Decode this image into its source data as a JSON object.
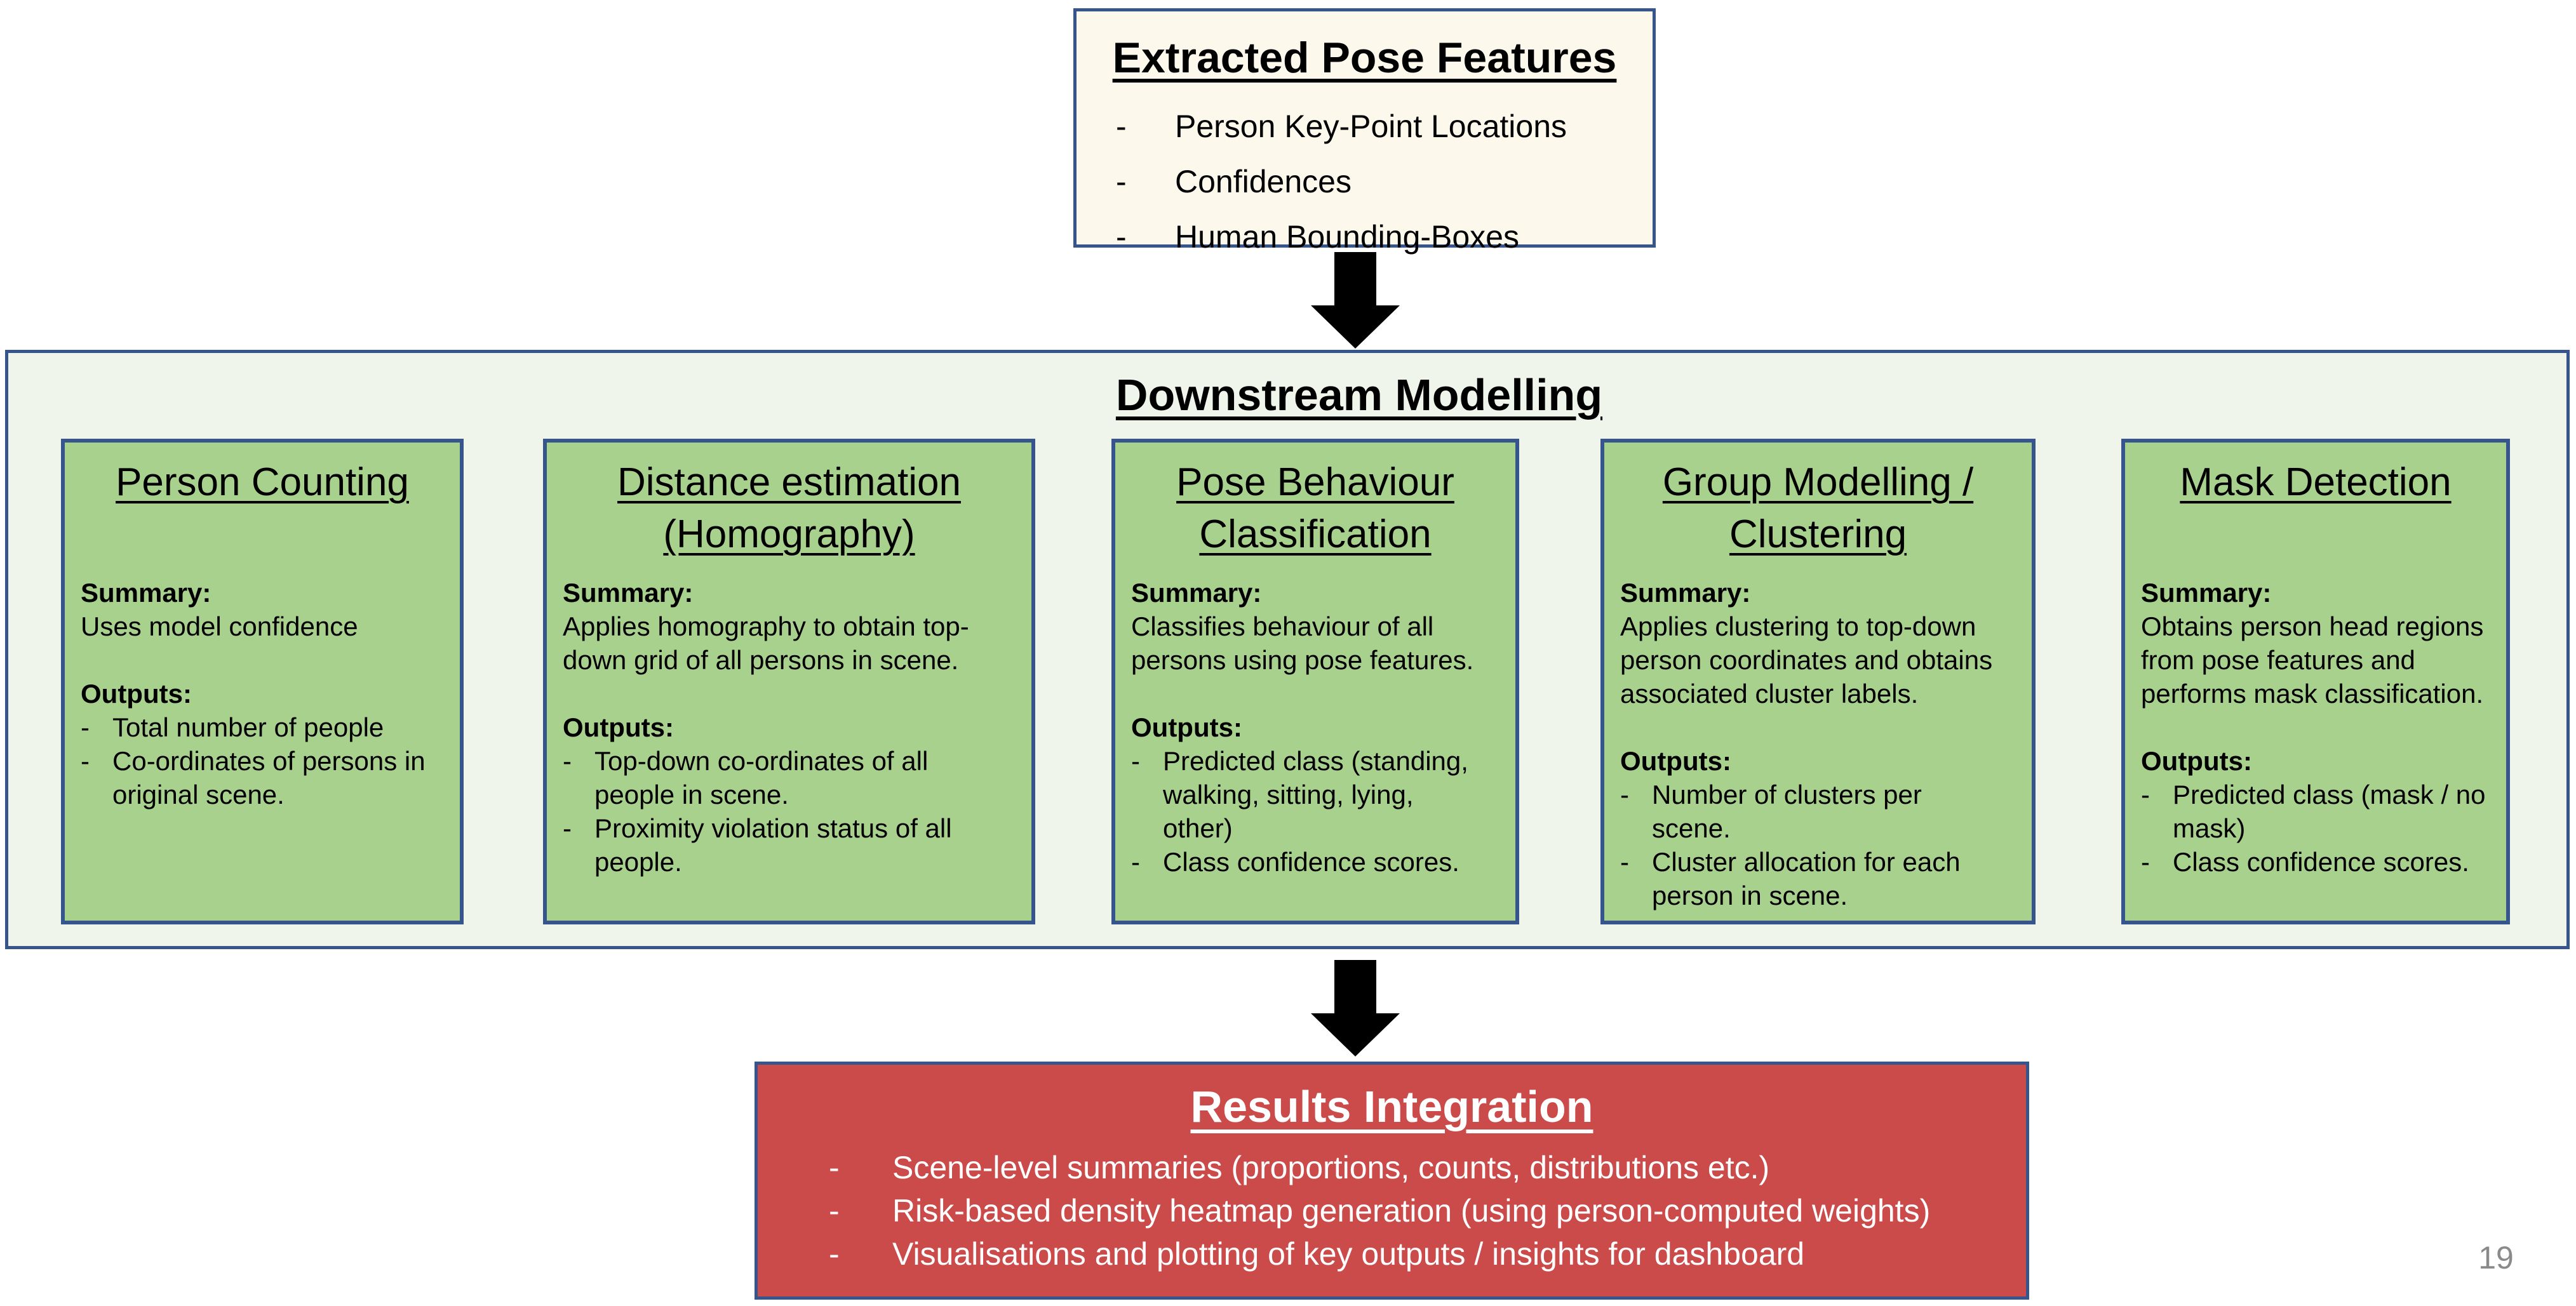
{
  "colors": {
    "border_blue": "#35558c",
    "top_box_bg": "#fdf8ec",
    "panel_bg": "#f0f5ec",
    "module_green": "#a9d18e",
    "results_red": "#cb4b4b",
    "arrow_black": "#000000",
    "page_number_gray": "#8a8a8a"
  },
  "top_box": {
    "title": "Extracted Pose Features",
    "items": [
      "Person Key-Point Locations",
      "Confidences",
      "Human Bounding-Boxes"
    ]
  },
  "downstream": {
    "title": "Downstream Modelling",
    "modules": [
      {
        "title": "Person Counting",
        "summary_label": "Summary:",
        "summary": "Uses model confidence",
        "outputs_label": "Outputs:",
        "outputs": [
          "Total number of people",
          "Co-ordinates of persons in\noriginal scene."
        ]
      },
      {
        "title": "Distance estimation (Homography)",
        "summary_label": "Summary:",
        "summary": "Applies homography to obtain top-\ndown grid of all persons in scene.",
        "outputs_label": "Outputs:",
        "outputs": [
          "Top-down co-ordinates of all\npeople in scene.",
          "Proximity violation status of all\npeople."
        ]
      },
      {
        "title": "Pose Behaviour Classification",
        "summary_label": "Summary:",
        "summary": "Classifies behaviour of all\npersons using pose features.",
        "outputs_label": "Outputs:",
        "outputs": [
          "Predicted class (standing,\nwalking, sitting, lying,\nother)",
          "Class confidence scores."
        ]
      },
      {
        "title": "Group Modelling / Clustering",
        "summary_label": "Summary:",
        "summary": "Applies clustering to top-down\nperson coordinates and obtains\nassociated cluster labels.",
        "outputs_label": "Outputs:",
        "outputs": [
          "Number of clusters per\nscene.",
          "Cluster allocation for each\nperson in scene."
        ]
      },
      {
        "title": "Mask Detection",
        "summary_label": "Summary:",
        "summary": "Obtains person head regions\nfrom pose features and\nperforms mask classification.",
        "outputs_label": "Outputs:",
        "outputs": [
          "Predicted class (mask / no\nmask)",
          "Class confidence scores."
        ]
      }
    ]
  },
  "results": {
    "title": "Results Integration",
    "items": [
      "Scene-level summaries (proportions, counts, distributions etc.)",
      "Risk-based density heatmap generation (using person-computed weights)",
      "Visualisations and plotting of key outputs / insights for dashboard"
    ]
  },
  "page": {
    "number": "19"
  }
}
